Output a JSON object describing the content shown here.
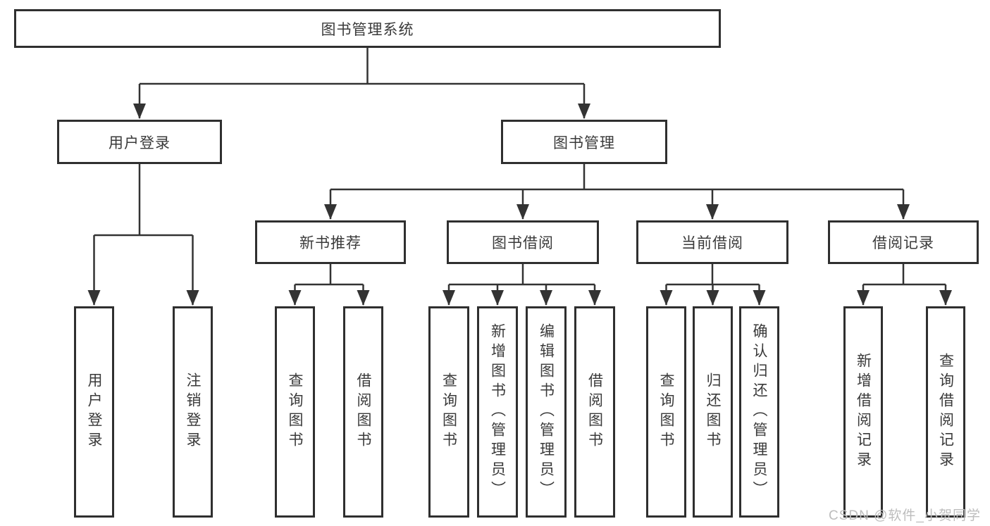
{
  "diagram": {
    "root": {
      "label": "图书管理系统"
    },
    "level2": [
      {
        "label": "用户登录"
      },
      {
        "label": "图书管理"
      }
    ],
    "level3": [
      {
        "label": "新书推荐"
      },
      {
        "label": "图书借阅"
      },
      {
        "label": "当前借阅"
      },
      {
        "label": "借阅记录"
      }
    ],
    "leaves": {
      "user_login": [
        {
          "label": "用户登录"
        },
        {
          "label": "注销登录"
        }
      ],
      "new_book": [
        {
          "label": "查询图书"
        },
        {
          "label": "借阅图书"
        }
      ],
      "book_borrow": [
        {
          "label": "查询图书"
        },
        {
          "label": "新增图书（管理员）"
        },
        {
          "label": "编辑图书（管理员）"
        },
        {
          "label": "借阅图书"
        }
      ],
      "current_borrow": [
        {
          "label": "查询图书"
        },
        {
          "label": "归还图书"
        },
        {
          "label": "确认归还（管理员）"
        }
      ],
      "borrow_records": [
        {
          "label": "新增借阅记录"
        },
        {
          "label": "查询借阅记录"
        }
      ]
    },
    "watermark": "CSDN @软件_小贺同学",
    "colors": {
      "line": "#333333",
      "box-border": "#2f2f2f",
      "text": "#3a3a3a",
      "watermark": "#bdbdbd",
      "bg": "#ffffff"
    }
  }
}
